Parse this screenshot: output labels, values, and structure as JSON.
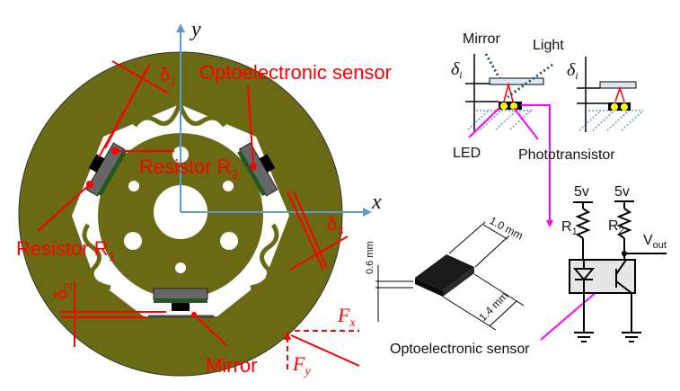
{
  "left_figure": {
    "axis_y": "y",
    "axis_x": "x",
    "delta1": "δ",
    "delta1_sub": "1",
    "delta2": "δ",
    "delta2_sub": "2",
    "delta3": "δ",
    "delta3_sub": "3",
    "optoelectronic_sensor_label": "Optoelectronic sensor",
    "resistor_r2_label": "Resistor R",
    "resistor_r2_sub": "2",
    "resistor_r1_label": "Resistor R",
    "resistor_r1_sub": "1",
    "mirror_label": "Mirror",
    "fx": "F",
    "fx_sub": "x",
    "fy": "F",
    "fy_sub": "y"
  },
  "principle": {
    "mirror_label": "Mirror",
    "light_label": "Light",
    "delta_i": "δ",
    "delta_i_sub": "i",
    "led_label": "LED",
    "phototransistor_label": "Phototransistor"
  },
  "sensor_photo": {
    "dim_height": "0.6 mm",
    "dim_width": "1.0 mm",
    "dim_length": "1.4 mm",
    "label": "Optoelectronic sensor"
  },
  "circuit": {
    "supply1": "5v",
    "supply2": "5v",
    "r1": "R",
    "r1_sub": "1",
    "r2": "R",
    "r2_sub": "2",
    "vout": "V",
    "vout_sub": "out"
  },
  "colors": {
    "disk": "#6b6a14",
    "annotation": "#ff0000",
    "axis": "#5b9bd5",
    "pointer": "#ff00ff"
  }
}
